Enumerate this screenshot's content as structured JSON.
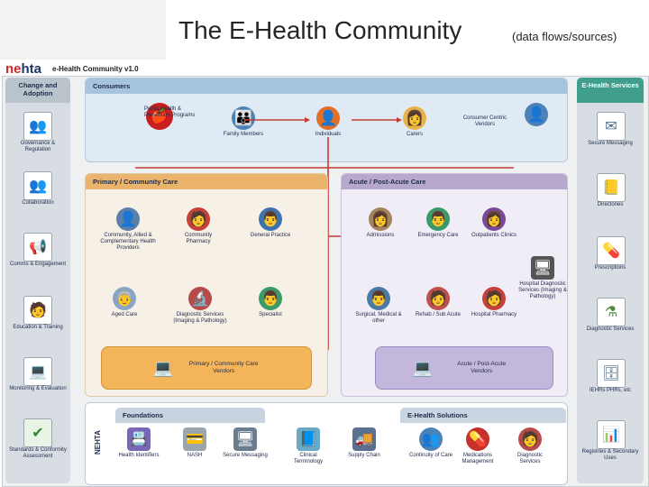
{
  "slide": {
    "title": "The E-Health Community",
    "subtitle": "(data flows/sources)"
  },
  "logo": {
    "brand_prefix": "ne",
    "brand_rest": "hta",
    "caption": "e-Health Community v1.0"
  },
  "left_sidebar": {
    "heading": "Change and Adoption",
    "items": [
      {
        "label": "Governance & Regulation",
        "icon": "people-meeting-icon"
      },
      {
        "label": "Collaboration",
        "icon": "team-icon"
      },
      {
        "label": "Comms & Engagement",
        "icon": "speaker-icon"
      },
      {
        "label": "Education & Training",
        "icon": "presenter-icon"
      },
      {
        "label": "Monitoring & Evaluation",
        "icon": "monitor-icon"
      },
      {
        "label": "Standards & Conformity Assessment",
        "icon": "checkmark-icon"
      }
    ]
  },
  "right_sidebar": {
    "heading": "E-Health Services",
    "items": [
      {
        "label": "Secure Messaging",
        "icon": "messaging-icon"
      },
      {
        "label": "Directories",
        "icon": "directory-book-icon"
      },
      {
        "label": "Prescriptions",
        "icon": "pills-database-icon"
      },
      {
        "label": "Diagnostic Services",
        "icon": "flask-database-icon"
      },
      {
        "label": "IEHRs PHRs, etc",
        "icon": "records-database-icon"
      },
      {
        "label": "Registries & Secondary Uses",
        "icon": "chart-database-icon"
      }
    ]
  },
  "consumers": {
    "heading": "Consumers",
    "nodes": [
      {
        "label": "Public Health & Prevention Programs",
        "icon": "apple-icon"
      },
      {
        "label": "Family Members",
        "icon": "family-icon"
      },
      {
        "label": "Individuals",
        "icon": "person-icon"
      },
      {
        "label": "Carers",
        "icon": "carer-icon"
      },
      {
        "label": "Consumer Centric Vendors",
        "icon": "vendor-person-icon"
      }
    ]
  },
  "primary_care": {
    "heading": "Primary / Community Care",
    "nodes": [
      {
        "label": "Community, Allied & Complementary Health Providers",
        "icon": "provider-icon"
      },
      {
        "label": "Community Pharmacy",
        "icon": "pharmacist-icon"
      },
      {
        "label": "General Practice",
        "icon": "doctor-icon"
      },
      {
        "label": "Aged Care",
        "icon": "aged-care-icon"
      },
      {
        "label": "Diagnostic Services (Imaging & Pathology)",
        "icon": "lab-technician-icon"
      },
      {
        "label": "Specialist",
        "icon": "specialist-icon"
      }
    ],
    "vendor_label": "Primary / Community Care Vendors"
  },
  "acute_care": {
    "heading": "Acute / Post-Acute Care",
    "nodes": [
      {
        "label": "Admissions",
        "icon": "admissions-icon"
      },
      {
        "label": "Emergency Care",
        "icon": "emergency-icon"
      },
      {
        "label": "Outpatients Clinics",
        "icon": "outpatients-icon"
      },
      {
        "label": "Surgical, Medical & other",
        "icon": "surgeon-icon"
      },
      {
        "label": "Rehab / Sub Acute",
        "icon": "rehab-icon"
      },
      {
        "label": "Hospital Pharmacy",
        "icon": "hospital-pharmacy-icon"
      },
      {
        "label": "Hospital Diagnostic Services (Imaging & Pathology)",
        "icon": "hospital-diagnostics-icon"
      }
    ],
    "vendor_label": "Acute / Post-Acute Vendors"
  },
  "foundations": {
    "heading": "Foundations",
    "vertical_label": "NEHTA",
    "items": [
      {
        "label": "Health Identifiers",
        "icon": "id-cards-icon"
      },
      {
        "label": "NASH",
        "icon": "nash-card-icon"
      },
      {
        "label": "Secure Messaging",
        "icon": "computer-icon"
      },
      {
        "label": "Clinical Terminology",
        "icon": "terminology-book-icon"
      },
      {
        "label": "Supply Chain",
        "icon": "truck-icon"
      }
    ]
  },
  "ehealth_solutions": {
    "heading": "E-Health Solutions",
    "items": [
      {
        "label": "Continuity of Care",
        "icon": "care-team-icon"
      },
      {
        "label": "Medications Management",
        "icon": "medication-icon"
      },
      {
        "label": "Diagnostic Services",
        "icon": "diagnostic-person-icon"
      }
    ]
  }
}
